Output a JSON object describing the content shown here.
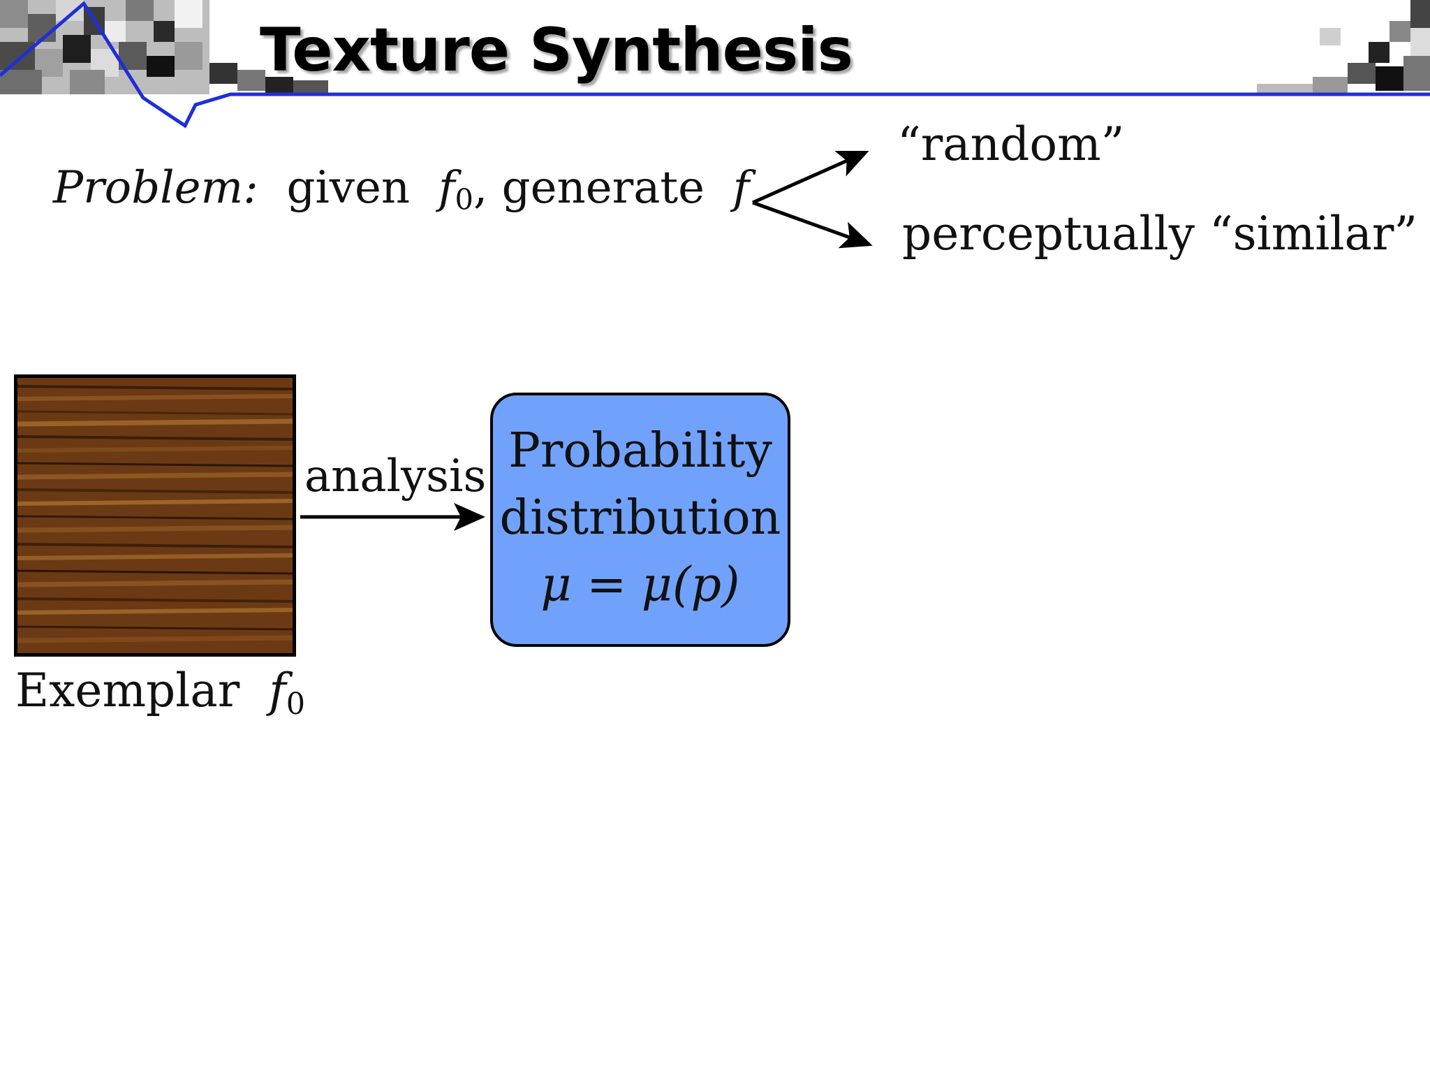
{
  "slide": {
    "title": "Texture Synthesis"
  },
  "problem": {
    "prefix": "Problem:",
    "given": "given",
    "f": "f",
    "sub0": "0",
    "generate": ", generate",
    "option1": "“random”",
    "option2": "perceptually “similar”"
  },
  "diagram": {
    "arrow_label": "analysis",
    "exemplar_name": "Exemplar",
    "exemplar_f": "f",
    "exemplar_sub": "0",
    "box_line1": "Probability",
    "box_line2": "distribution",
    "box_line3": "μ = μ(p)",
    "box_color": "#71a2fb"
  },
  "colors": {
    "header_line": "#1f2fd6",
    "wood": "#6b3a14"
  }
}
